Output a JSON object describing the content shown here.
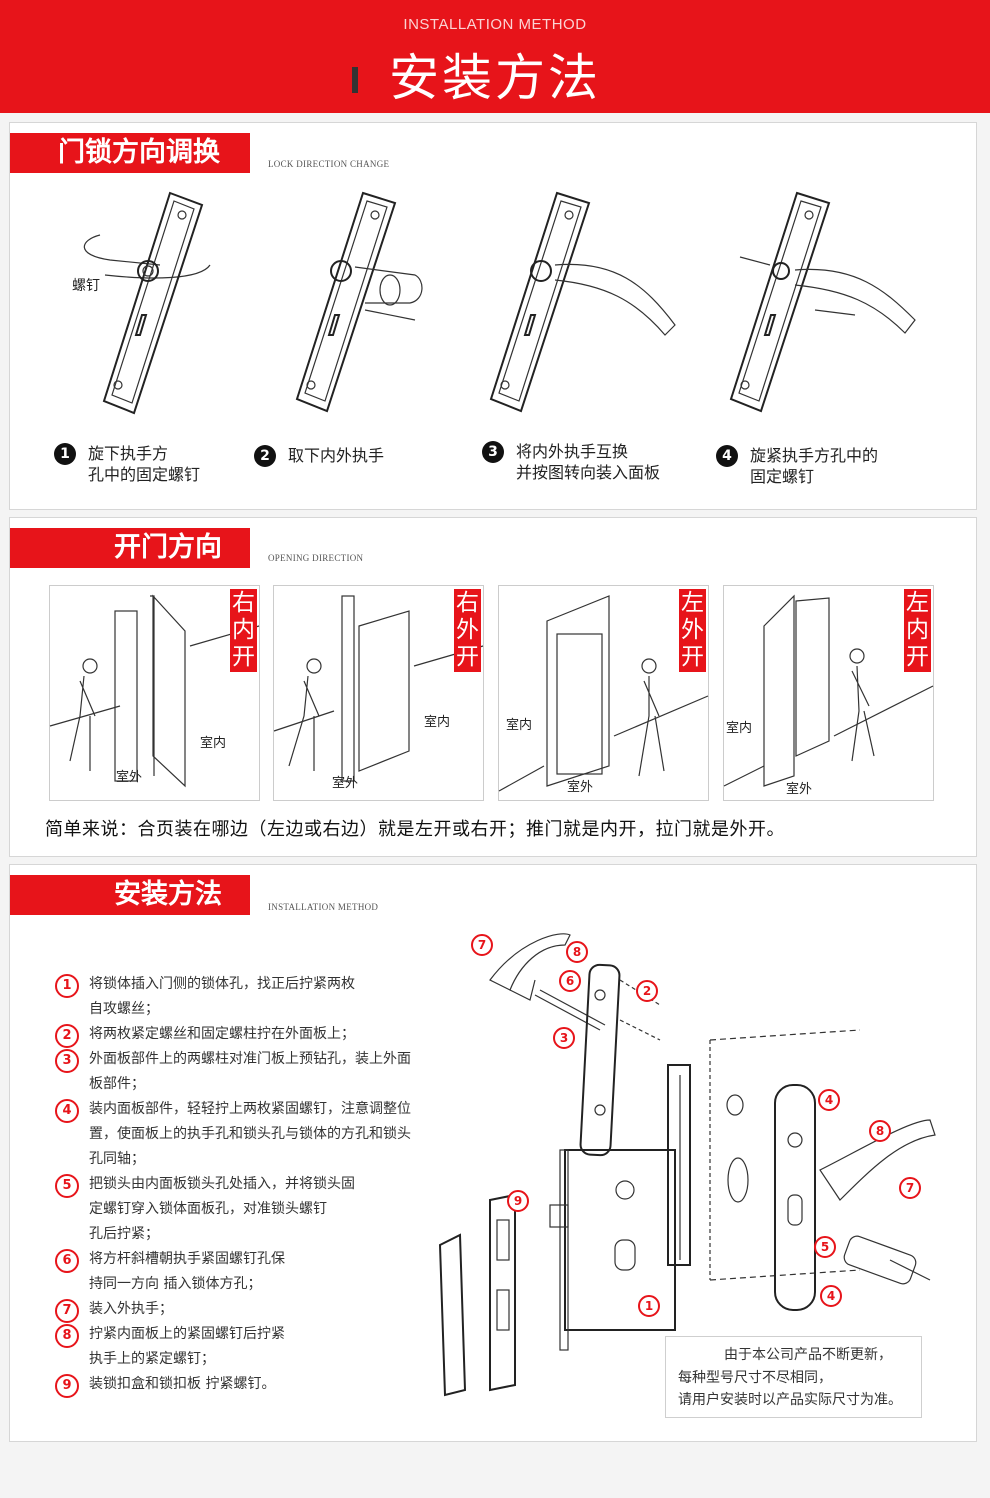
{
  "header": {
    "en": "INSTALLATION METHOD",
    "zh": "安装方法"
  },
  "section1": {
    "title": "门锁方向调换",
    "en": "LOCK DIRECTION CHANGE",
    "screw_label": "螺钉",
    "steps": [
      {
        "num": "1",
        "text": "旋下执手方\n孔中的固定螺钉"
      },
      {
        "num": "2",
        "text": "取下内外执手"
      },
      {
        "num": "3",
        "text": "将内外执手互换\n并按图转向装入面板"
      },
      {
        "num": "4",
        "text": "旋紧执手方孔中的\n固定螺钉"
      }
    ]
  },
  "section2": {
    "title": "开门方向",
    "en": "OPENING DIRECTION",
    "doors": [
      {
        "label": "右内开",
        "indoor": "室内",
        "outdoor": "室外"
      },
      {
        "label": "右外开",
        "indoor": "室内",
        "outdoor": "室外"
      },
      {
        "label": "左外开",
        "indoor": "室内",
        "outdoor": "室外"
      },
      {
        "label": "左内开",
        "indoor": "室内",
        "outdoor": "室外"
      }
    ],
    "summary": "简单来说：合页装在哪边（左边或右边）就是左开或右开；推门就是内开，拉门就是外开。"
  },
  "section3": {
    "title": "安装方法",
    "en": "INSTALLATION METHOD",
    "items": [
      {
        "num": "1",
        "text": "将锁体插入门侧的锁体孔，找正后拧紧两枚\n自攻螺丝；"
      },
      {
        "num": "2",
        "text": "将两枚紧定螺丝和固定螺柱拧在外面板上；"
      },
      {
        "num": "3",
        "text": "外面板部件上的两螺柱对准门板上预钻孔，装上外面\n板部件；"
      },
      {
        "num": "4",
        "text": "装内面板部件，轻轻拧上两枚紧固螺钉，注意调整位\n置，使面板上的执手孔和锁头孔与锁体的方孔和锁头\n孔同轴；"
      },
      {
        "num": "5",
        "text": "把锁头由内面板锁头孔处插入，并将锁头固\n定螺钉穿入锁体面板孔，对准锁头螺钉\n孔后拧紧；"
      },
      {
        "num": "6",
        "text": "将方杆斜槽朝执手紧固螺钉孔保\n持同一方向 插入锁体方孔；"
      },
      {
        "num": "7",
        "text": "装入外执手；"
      },
      {
        "num": "8",
        "text": "拧紧内面板上的紧固螺钉后拧紧\n执手上的紧定螺钉；"
      },
      {
        "num": "9",
        "text": "装锁扣盒和锁扣板 拧紧螺钉。"
      }
    ],
    "diagram_badges": [
      "7",
      "8",
      "6",
      "2",
      "3",
      "4",
      "8",
      "7",
      "9",
      "5",
      "4",
      "1"
    ],
    "note": [
      "由于本公司产品不断更新，",
      "每种型号尺寸不尽相同，",
      "请用户安装时以产品实际尺寸为准。"
    ]
  }
}
